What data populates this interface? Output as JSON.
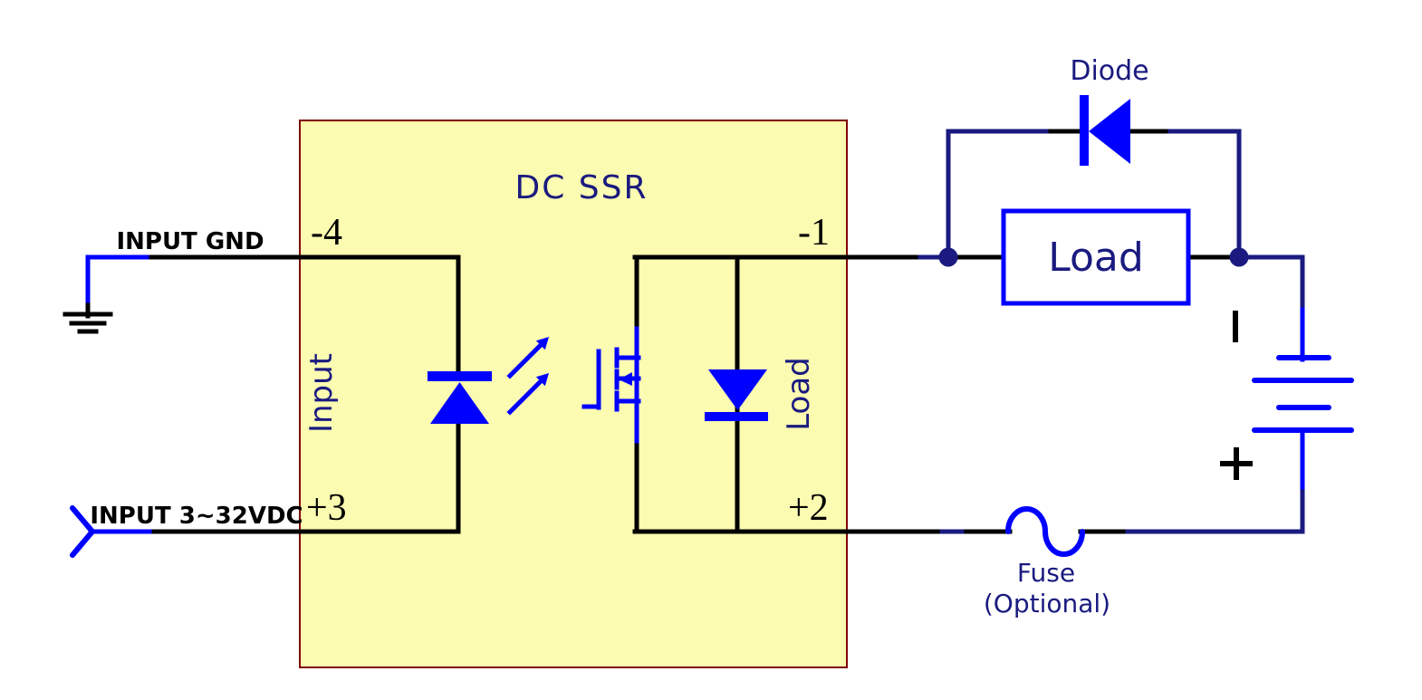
{
  "diagram": {
    "title": "DC SSR",
    "left_labels": {
      "input_gnd": "INPUT GND",
      "input_power": "INPUT 3~32VDC"
    },
    "terminals": {
      "neg4": "-4",
      "pos3": "+3",
      "neg1": "-1",
      "pos2": "+2"
    },
    "internal_labels": {
      "input_side": "Input",
      "output_side": "Load"
    },
    "right_labels": {
      "flyback_diode": "Diode",
      "load_box": "Load",
      "fuse": "Fuse",
      "fuse_note": "(Optional)"
    },
    "battery": {
      "polarity_top": "-",
      "polarity_bottom": "+"
    }
  },
  "colors": {
    "symbol_blue": "#0000ff",
    "navy_text_wire": "#1a1a80",
    "ssr_fill": "#fbfbb1",
    "ssr_border": "#7f0000",
    "wire_black": "#000000",
    "background": "#ffffff"
  }
}
